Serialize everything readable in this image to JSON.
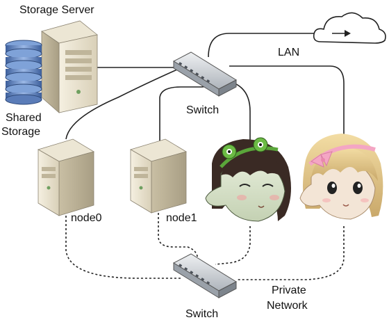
{
  "labels": {
    "storage_server": "Storage Server",
    "shared_storage_line1": "Shared",
    "shared_storage_line2": "Storage",
    "lan": "LAN",
    "switch_top": "Switch",
    "node0": "node0",
    "node1": "node1",
    "private_network_line1": "Private",
    "private_network_line2": "Network",
    "switch_bottom": "Switch"
  },
  "icons": {
    "server": "server-tower-icon",
    "storage": "disk-stack-icon",
    "switch": "network-switch-icon",
    "cloud": "cloud-icon",
    "avatar_left": "anime-girl-frog-hat-icon",
    "avatar_right": "anime-girl-pink-bow-icon"
  },
  "colors": {
    "line": "#222222",
    "storage_disk": "#6b8fc9",
    "server_body": "#e9e2cf",
    "switch_body": "#cfd3d8"
  }
}
